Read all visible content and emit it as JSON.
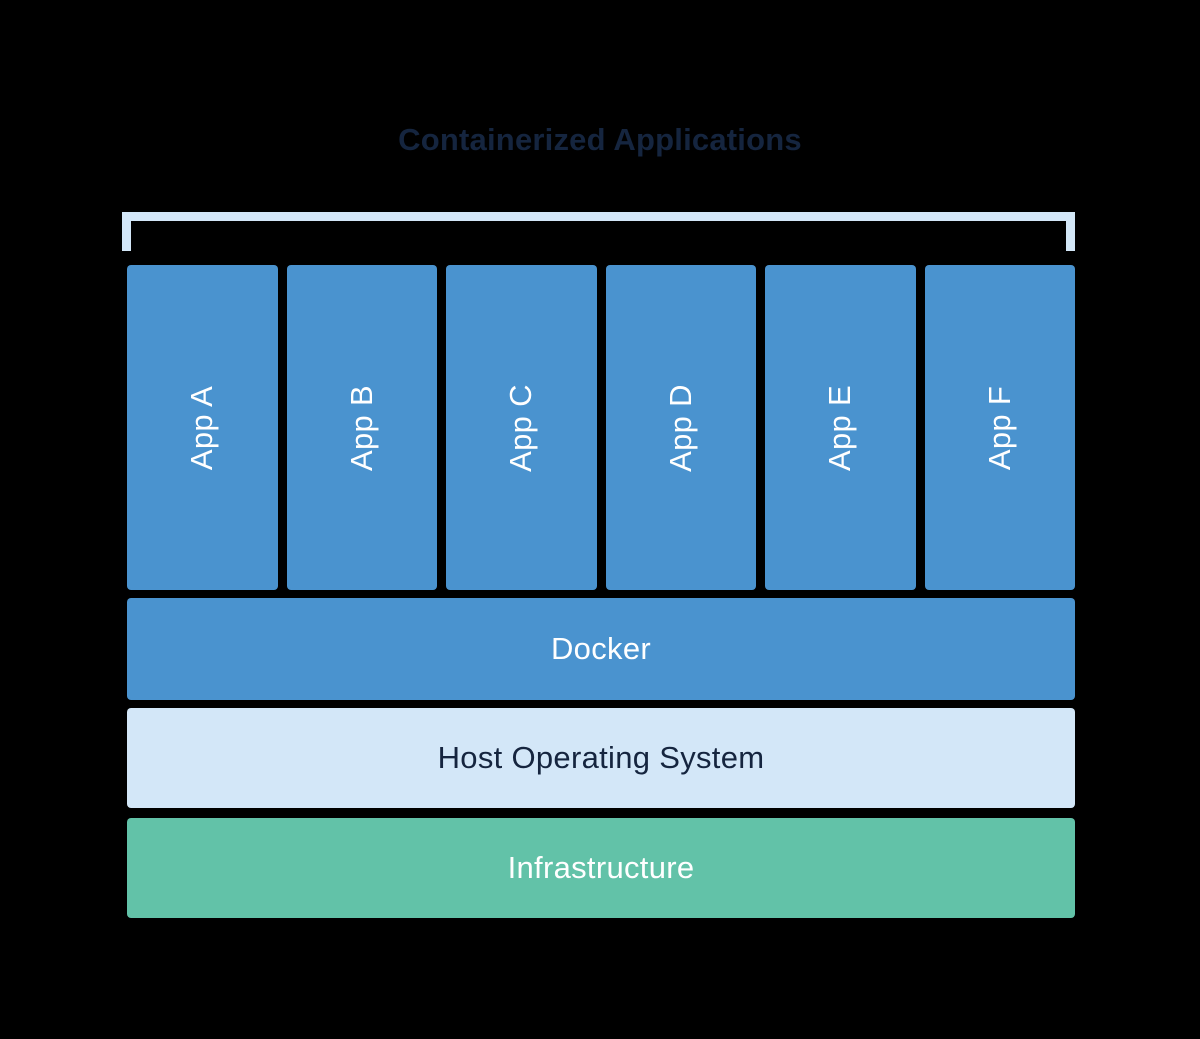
{
  "diagram": {
    "title": "Containerized Applications",
    "background_color": "#000000",
    "title_color": "#15253f",
    "bracket": {
      "name": "containerized-applications-bracket",
      "color": "#d3e7f8"
    },
    "apps": [
      {
        "label": "App A",
        "color": "#4a93cf",
        "text_color": "#ffffff"
      },
      {
        "label": "App B",
        "color": "#4a93cf",
        "text_color": "#ffffff"
      },
      {
        "label": "App C",
        "color": "#4a93cf",
        "text_color": "#ffffff"
      },
      {
        "label": "App D",
        "color": "#4a93cf",
        "text_color": "#ffffff"
      },
      {
        "label": "App E",
        "color": "#4a93cf",
        "text_color": "#ffffff"
      },
      {
        "label": "App F",
        "color": "#4a93cf",
        "text_color": "#ffffff"
      }
    ],
    "layers": [
      {
        "label": "Docker",
        "color": "#4a93cf",
        "text_color": "#ffffff"
      },
      {
        "label": "Host Operating System",
        "color": "#d3e7f8",
        "text_color": "#15253f"
      },
      {
        "label": "Infrastructure",
        "color": "#62c2a8",
        "text_color": "#ffffff"
      }
    ]
  }
}
